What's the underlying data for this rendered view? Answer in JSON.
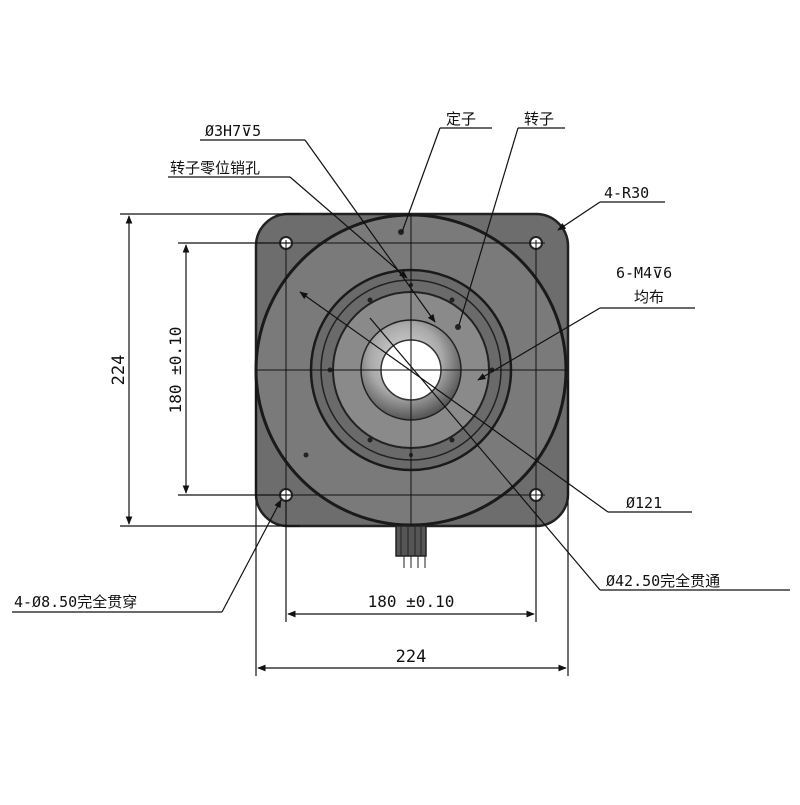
{
  "labels": {
    "stator": "定子",
    "rotor": "转子",
    "pin_hole": "Ø3H7⊽5",
    "zero_pin": "转子零位销孔",
    "corner_radius": "4-R30",
    "threaded_holes_line1": "6-M4⊽6",
    "threaded_holes_line2": "均布",
    "outer_diameter": "Ø121",
    "bore": "Ø42.50完全贯通",
    "mount_holes": "4-Ø8.50完全贯穿"
  },
  "dimensions": {
    "height_outer": "224",
    "height_inner": "180 ±0.10",
    "width_inner": "180 ±0.10",
    "width_outer": "224"
  },
  "colors": {
    "body": "#6d6d6d",
    "ring_dark": "#666666",
    "ring_light": "#8a8a8a",
    "line": "#111111"
  }
}
